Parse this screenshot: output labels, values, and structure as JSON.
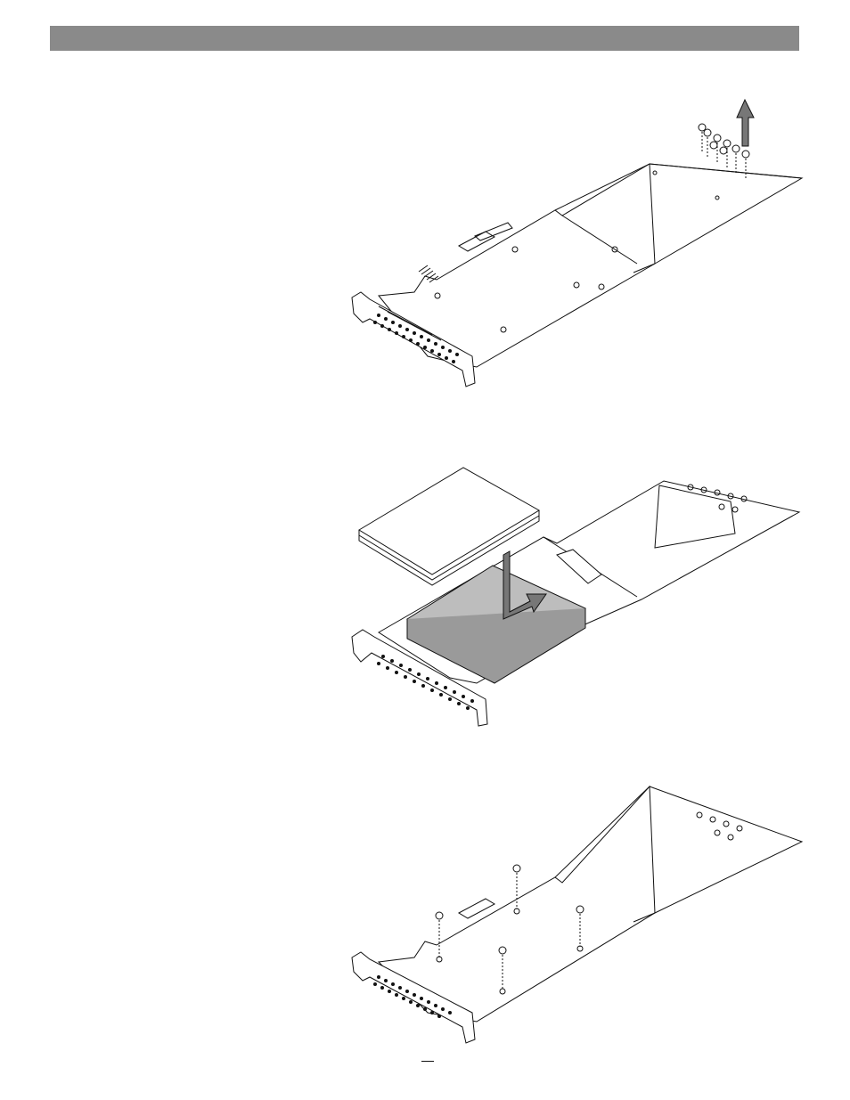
{
  "page": {
    "header_text": "",
    "steps": [
      {
        "id": "step-1",
        "caption": ""
      },
      {
        "id": "step-2",
        "caption": ""
      },
      {
        "id": "step-3",
        "caption": ""
      }
    ]
  },
  "colors": {
    "header_bar": "#8a8a8a",
    "line_art": "#111111",
    "ssd_fill": "#bdbdbd",
    "arrow_fill": "#777777"
  },
  "icons": [
    "up-arrow-icon",
    "screw-icon"
  ]
}
